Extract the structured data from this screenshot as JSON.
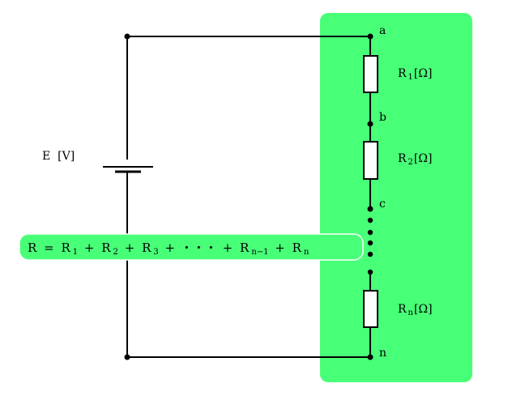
{
  "colors": {
    "panel": "#48ff78",
    "wire": "#000000",
    "resistor_fill": "#ffffff",
    "formula_box": "#48ff78",
    "formula_border": "#ffffff"
  },
  "source": {
    "label": "E  [V]"
  },
  "nodes": {
    "a": "a",
    "b": "b",
    "c": "c",
    "n": "n"
  },
  "resistors": {
    "r1": {
      "symbol": "R",
      "sub": "1",
      "unit": "[Ω]"
    },
    "r2": {
      "symbol": "R",
      "sub": "2",
      "unit": "[Ω]"
    },
    "rn": {
      "symbol": "R",
      "sub": "n",
      "unit": "[Ω]"
    }
  },
  "formula": {
    "lhs": "R",
    "eq": "=",
    "plus": "+",
    "dots": "・・・",
    "terms": [
      {
        "symbol": "R",
        "sub": "1"
      },
      {
        "symbol": "R",
        "sub": "2"
      },
      {
        "symbol": "R",
        "sub": "3"
      },
      {
        "symbol": "R",
        "sub": "n−1"
      },
      {
        "symbol": "R",
        "sub": "n"
      }
    ]
  }
}
